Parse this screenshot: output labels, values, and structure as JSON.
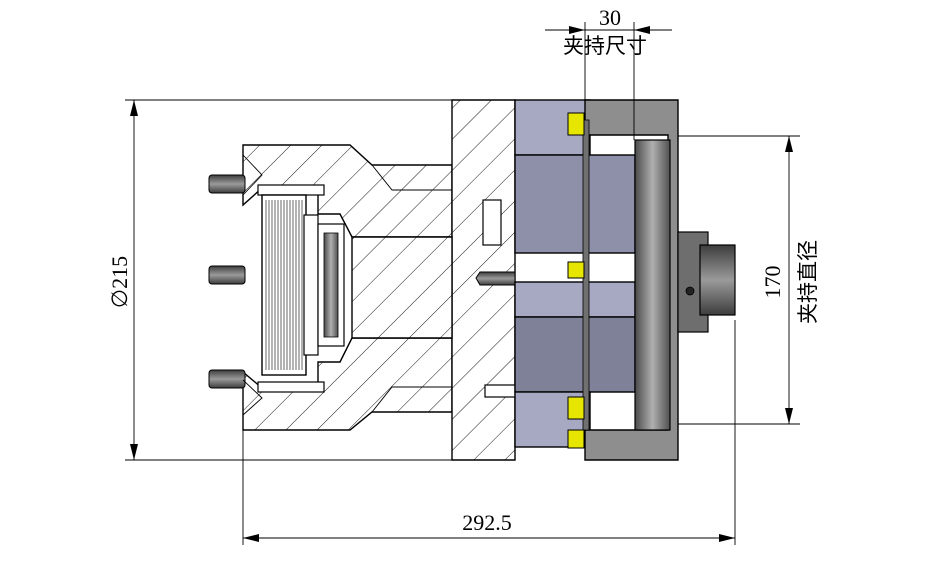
{
  "dimensions": {
    "jaw_size_value": "30",
    "jaw_size_label": "夹持尺寸",
    "body_diameter": "∅215",
    "clamp_diameter_value": "170",
    "clamp_diameter_label": "夹持直径",
    "total_length": "292.5"
  },
  "colors": {
    "jaw_blue": "#9ea0b9",
    "jaw_blue_dark": "#7f8198",
    "body_gray": "#8c8c8c",
    "body_gray_dark": "#5e5e5e",
    "shim_yellow": "#e6e600",
    "line": "#000000"
  }
}
